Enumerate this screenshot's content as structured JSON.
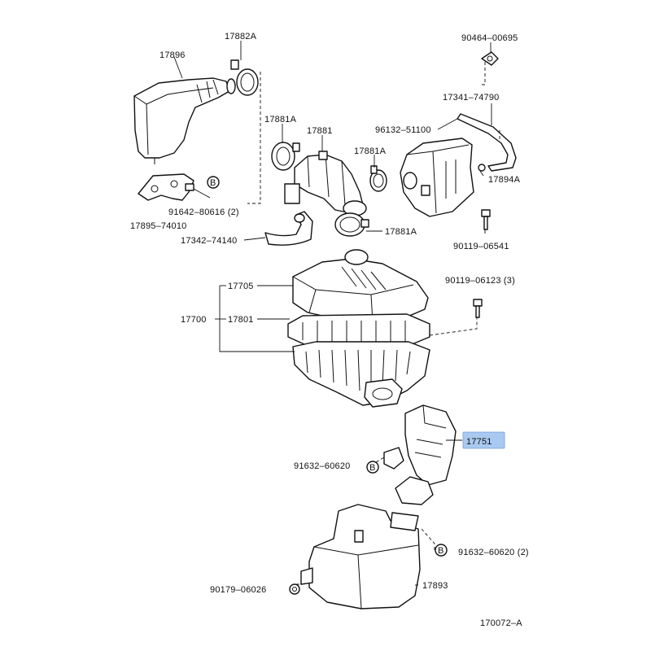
{
  "labels": {
    "p17882a": "17882A",
    "p17896": "17896",
    "p90464": "90464–00695",
    "p17341": "17341–74790",
    "p96132": "96132–51100",
    "p17881a_1": "17881A",
    "p17881": "17881",
    "p17881a_2": "17881A",
    "p17894a": "17894A",
    "p91642": "91642–80616 (2)",
    "p17895": "17895–74010",
    "p17342": "17342–74140",
    "p17881a_3": "17881A",
    "p90119_06541": "90119–06541",
    "p17705": "17705",
    "p90119_06123": "90119–06123 (3)",
    "p17700": "17700",
    "p17801": "17801",
    "p17751": "17751",
    "p91632_a": "91632–60620",
    "p91632_b": "91632–60620 (2)",
    "p90179": "90179–06026",
    "p17893": "17893",
    "diagram_id": "170072–A"
  },
  "bolt_marker": "B",
  "highlight_color": "#a9c9f0"
}
